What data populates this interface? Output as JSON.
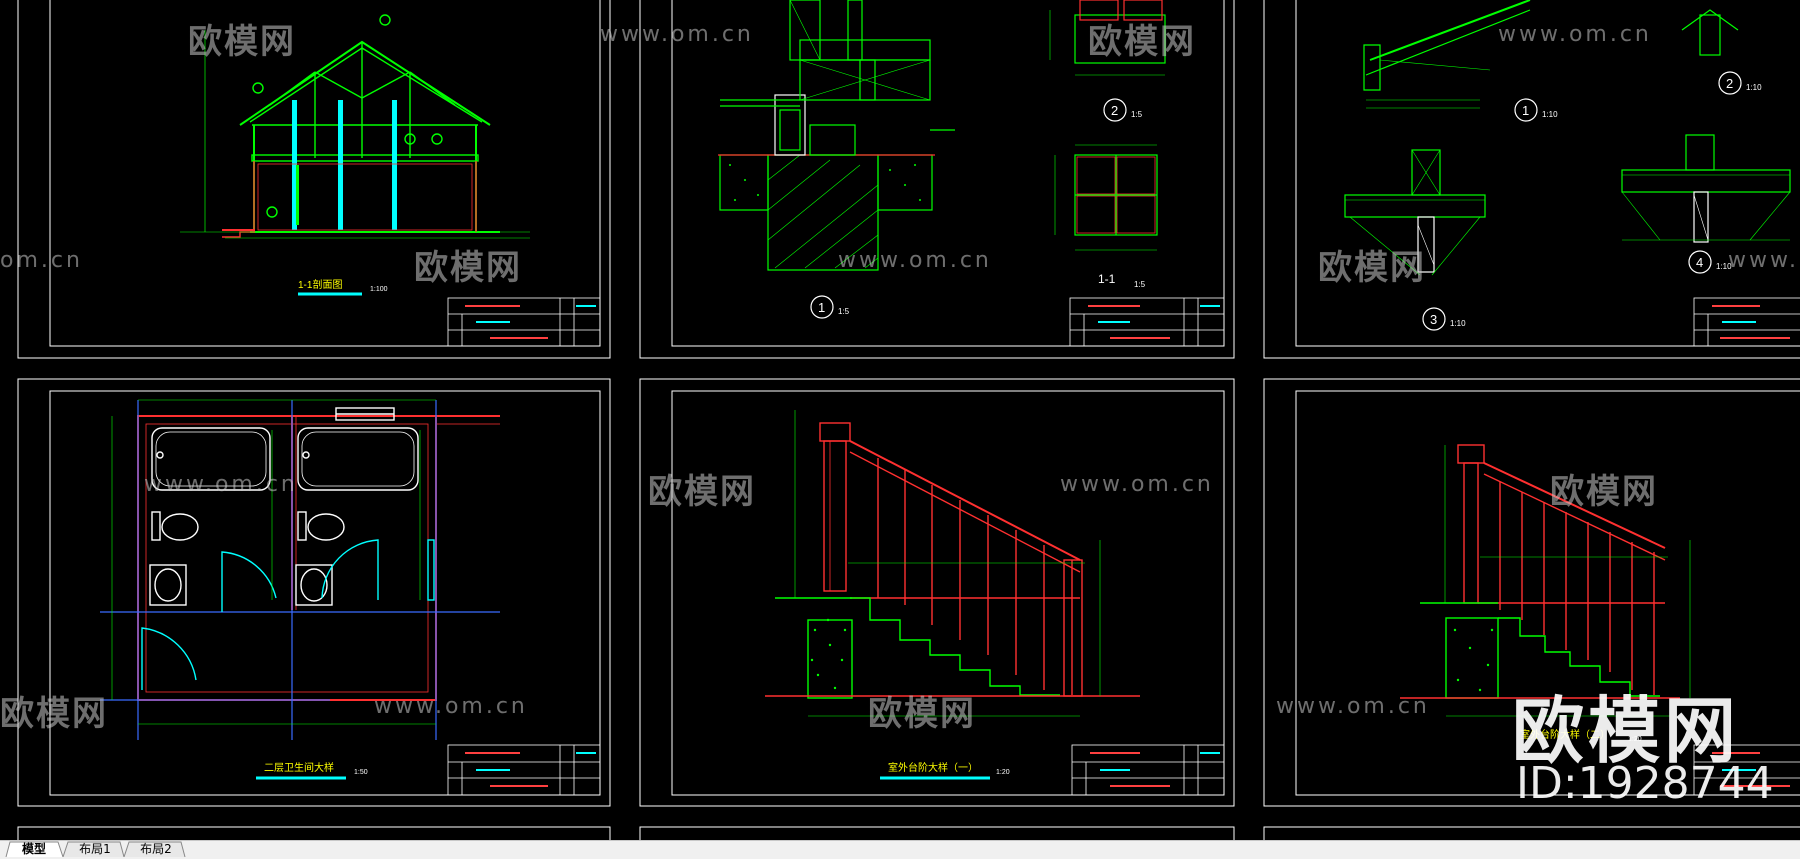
{
  "tabs": [
    {
      "label": "模型",
      "active": true
    },
    {
      "label": "布局1",
      "active": false
    },
    {
      "label": "布局2",
      "active": false
    }
  ],
  "sheets": [
    {
      "id": "sheet-1",
      "drawing_title": "1-1剖面图",
      "scale_label": "1:100"
    },
    {
      "id": "sheet-2",
      "detail_labels": [
        "1",
        "2",
        "1-1"
      ],
      "scale_labels": [
        "1:5",
        "1:5",
        "1:5"
      ]
    },
    {
      "id": "sheet-3",
      "detail_labels": [
        "1",
        "2",
        "3",
        "4"
      ],
      "scale_labels": [
        "1:10",
        "1:10",
        "1:10",
        "1:10"
      ]
    },
    {
      "id": "sheet-4",
      "drawing_title": "二层卫生间大样",
      "scale_label": "1:50"
    },
    {
      "id": "sheet-5",
      "drawing_title": "室外台阶大样（一）",
      "scale_label": "1:20"
    },
    {
      "id": "sheet-6",
      "drawing_title": "室外台阶大样（二）",
      "scale_label": "1:20"
    }
  ],
  "watermarks": {
    "brand_cn": "欧模网",
    "url": "www.om.cn",
    "url_short": "om.cn",
    "id_label": "ID:1928744"
  },
  "colors": {
    "background": "#000000",
    "frame": "#ffffff",
    "line_green": "#00ff00",
    "line_red": "#ff3030",
    "line_cyan": "#00ffff",
    "line_yellow": "#ffff00",
    "line_blue": "#3a6bff"
  }
}
